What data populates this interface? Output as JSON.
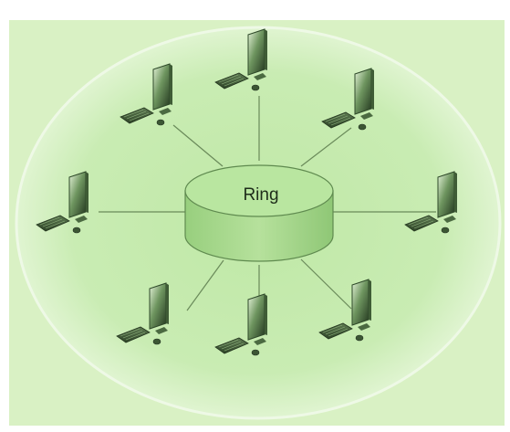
{
  "diagram": {
    "center_label": "Ring",
    "workstations": [
      {
        "id": "workstation-top-left"
      },
      {
        "id": "workstation-top"
      },
      {
        "id": "workstation-top-right"
      },
      {
        "id": "workstation-left"
      },
      {
        "id": "workstation-right"
      },
      {
        "id": "workstation-bottom-left"
      },
      {
        "id": "workstation-bottom"
      },
      {
        "id": "workstation-bottom-right"
      }
    ]
  },
  "colors": {
    "frame_background": "#d8f0c0",
    "ellipse_fill": "#c7ebb0",
    "ellipse_edge": "#e6f6d8",
    "hub_top": "#b7e49c",
    "hub_side": "#a6d88c",
    "hub_outline": "#5f8a4f",
    "link_line": "#6a8a5a",
    "monitor_dark": "#2f4a2a",
    "monitor_light": "#d9efc9"
  }
}
